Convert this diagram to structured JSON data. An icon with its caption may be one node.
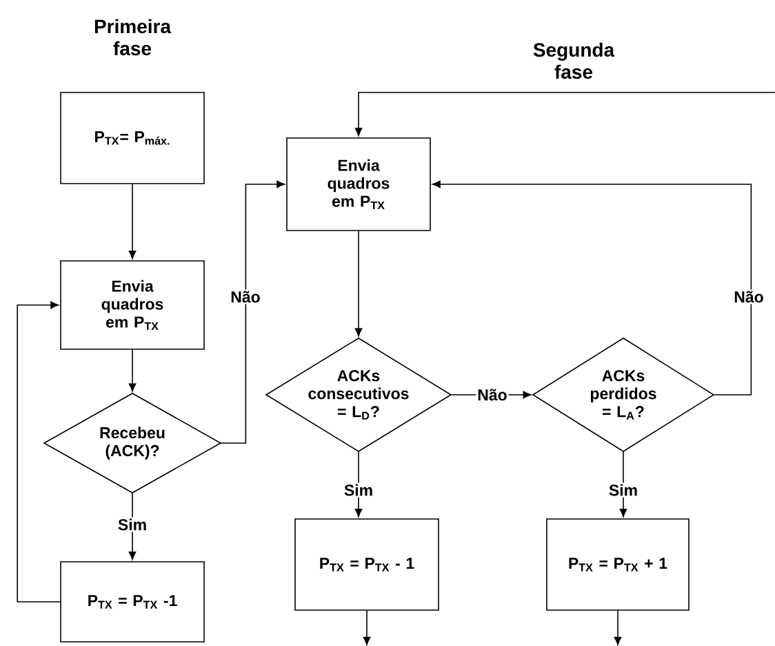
{
  "diagram": {
    "nodes": [
      {
        "text": [
          "P$_{TX}$= P$_{máx.}$"
        ]
      },
      {
        "text": [
          "Envia quadros em P$_{TX}$"
        ]
      },
      {
        "text": [
          "Recebeu (ACK)?"
        ]
      },
      {
        "text": [
          "P$_{TX}$ = P$_{TX}$ -1"
        ]
      },
      {
        "text": [
          "Envia quadros em P$_{TX}$"
        ]
      },
      {
        "text": [
          "ACKs consecutivos = L$_{D}$?"
        ]
      },
      {
        "text": [
          "ACKs perdidos = L$_{A}$?"
        ]
      },
      {
        "text": [
          "P$_{TX}$ = P$_{TX}$ - 1"
        ]
      },
      {
        "text": [
          "P$_{TX}$ = P$_{TX}$ + 1"
        ]
      }
    ],
    "edges": [
      {
        "from": 0,
        "to": 1,
        "arrow": "to"
      },
      {
        "from": 1,
        "to": 2,
        "arrow": "to"
      },
      {
        "from": 2,
        "to": 3,
        "arrow": "to",
        "label": "Sim"
      },
      {
        "from": 3,
        "to": 1,
        "arrow": "to"
      },
      {
        "from": 2,
        "to": 4,
        "arrow": "to",
        "label": "Não"
      },
      {
        "from": 4,
        "to": 5,
        "arrow": "to"
      },
      {
        "from": 5,
        "to": 7,
        "arrow": "to",
        "label": "Sim"
      },
      {
        "from": 5,
        "to": 6,
        "arrow": "to",
        "label": "Não"
      },
      {
        "from": 6,
        "to": 8,
        "arrow": "to",
        "label": "Sim"
      },
      {
        "from": 6,
        "to": 4,
        "arrow": "to",
        "label": "Não"
      },
      {
        "from": null,
        "to": 4,
        "arrow": "to"
      },
      {
        "from": 7,
        "to": null,
        "arrow": "to"
      },
      {
        "from": 8,
        "to": null,
        "arrow": "to"
      }
    ],
    "labels": [
      "Primeira fase",
      "Segunda fase"
    ]
  }
}
